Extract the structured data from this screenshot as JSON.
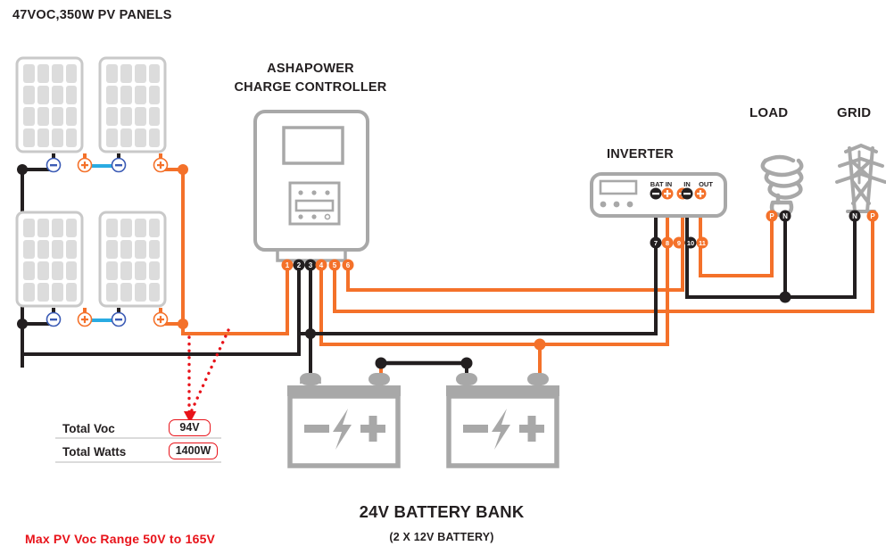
{
  "titles": {
    "pv_panels": "47VOC,350W PV PANELS",
    "charge_controller_l1": "ASHAPOWER",
    "charge_controller_l2": "CHARGE CONTROLLER",
    "inverter": "INVERTER",
    "load": "LOAD",
    "grid": "GRID",
    "battery_bank": "24V BATTERY BANK",
    "battery_bank_sub": "(2 X 12V BATTERY)"
  },
  "notes": {
    "max_voc_range": "Max PV Voc Range 50V to 165V"
  },
  "summary_table": {
    "rows": [
      {
        "label": "Total Voc",
        "value": "94V"
      },
      {
        "label": "Total Watts",
        "value": "1400W"
      }
    ]
  },
  "pv_array": {
    "panel_count": 4,
    "panel_polarity_markers": [
      "-",
      "+",
      "-",
      "+",
      "-",
      "+",
      "-",
      "+"
    ],
    "series_link_color": "#29abe2",
    "positive_color": "#f4712a",
    "negative_color": "#231f20"
  },
  "charge_controller": {
    "terminals": [
      {
        "number": "1",
        "color": "#f4712a"
      },
      {
        "number": "2",
        "color": "#231f20"
      },
      {
        "number": "3",
        "color": "#231f20"
      },
      {
        "number": "4",
        "color": "#f4712a"
      },
      {
        "number": "5",
        "color": "#f4712a"
      },
      {
        "number": "6",
        "color": "#f4712a"
      }
    ]
  },
  "inverter": {
    "port_labels": [
      "BAT IN",
      "IN",
      "OUT"
    ],
    "terminals": [
      {
        "number": "7",
        "color": "#231f20",
        "polarity": "-"
      },
      {
        "number": "8",
        "color": "#f4712a",
        "polarity": "+"
      },
      {
        "number": "9",
        "color": "#f4712a",
        "polarity": "+"
      },
      {
        "number": "10",
        "color": "#231f20",
        "polarity": "-"
      },
      {
        "number": "11",
        "color": "#f4712a",
        "polarity": "+"
      }
    ]
  },
  "load_device": {
    "icon": "cfl-bulb-icon",
    "terminals": [
      {
        "label": "P",
        "color": "#f4712a"
      },
      {
        "label": "N",
        "color": "#231f20"
      }
    ]
  },
  "grid_device": {
    "icon": "transmission-tower-icon",
    "terminals": [
      {
        "label": "N",
        "color": "#231f20"
      },
      {
        "label": "P",
        "color": "#f4712a"
      }
    ]
  },
  "batteries": {
    "count": 2,
    "symbols": [
      "-",
      "bolt",
      "+"
    ]
  },
  "colors": {
    "positive": "#f4712a",
    "negative": "#231f20",
    "series": "#29abe2",
    "device_gray": "#a8a8a8",
    "panel_cell": "#dcdcdc",
    "red_accent": "#e8131a"
  }
}
